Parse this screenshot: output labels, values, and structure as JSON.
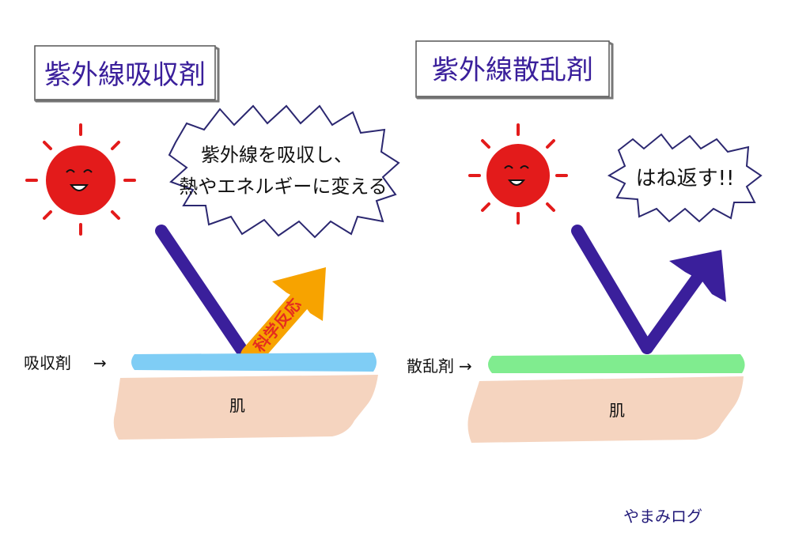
{
  "colors": {
    "sun": "#e31b1b",
    "uv_ray": "#3a1f9b",
    "orange_arrow": "#f7a300",
    "absorber_layer": "#7fcdf5",
    "scatterer_layer": "#80ec8f",
    "skin": "#f5d4bf",
    "ink": "#241c7a",
    "text": "#111111",
    "reaction_text": "#e52d1f"
  },
  "absorber_panel": {
    "title": "紫外線吸収剤",
    "bubble_line1": "紫外線を吸収し、",
    "bubble_line2": "熱やエネルギーに変える",
    "reaction_label": "科学反応",
    "layer_label": "吸収剤",
    "arrow_glyph": "→",
    "skin_label": "肌"
  },
  "scatterer_panel": {
    "title": "紫外線散乱剤",
    "bubble_text": "はね返す!!",
    "layer_label": "散乱剤",
    "arrow_glyph": "→",
    "skin_label": "肌"
  },
  "signature": "やまみログ"
}
